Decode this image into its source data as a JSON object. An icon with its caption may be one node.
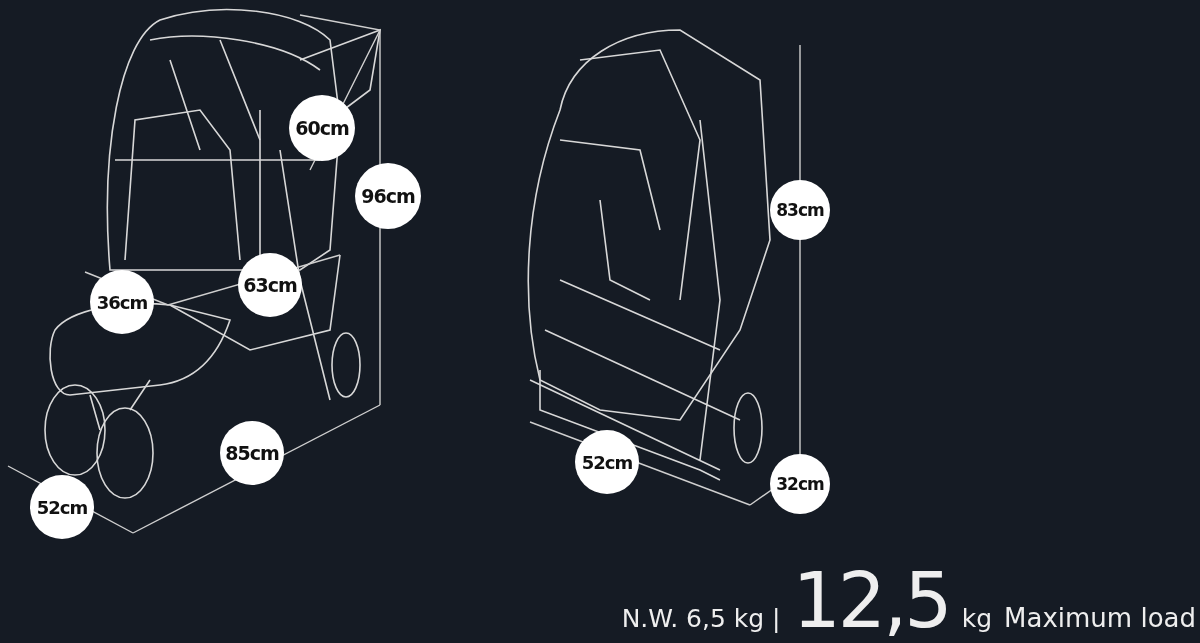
{
  "diagram": {
    "labels": [
      "60cm",
      "96cm",
      "83cm",
      "63cm",
      "36cm",
      "85cm",
      "52cm",
      "32cm",
      "52cm",
      "N.W. 6,5 kg |",
      "12,5",
      "kg",
      "Maximum load"
    ]
  }
}
